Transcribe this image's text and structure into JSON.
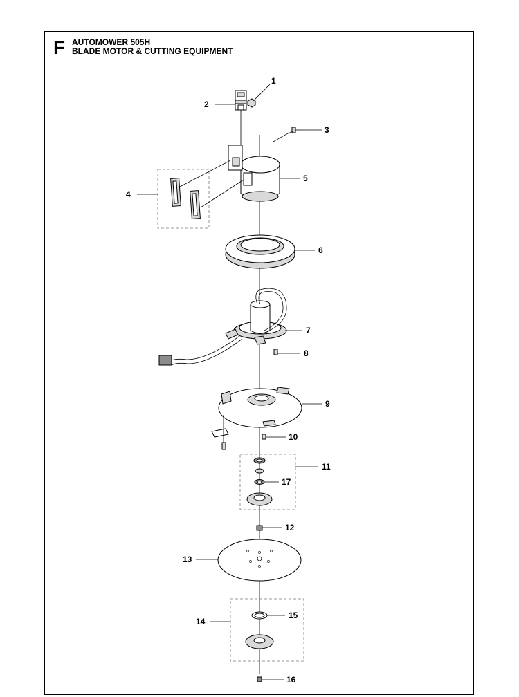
{
  "header": {
    "section_letter": "F",
    "model": "AUTOMOWER 505H",
    "title": "BLADE MOTOR & CUTTING EQUIPMENT"
  },
  "callouts": [
    "1",
    "2",
    "3",
    "4",
    "5",
    "6",
    "7",
    "8",
    "9",
    "10",
    "11",
    "12",
    "13",
    "14",
    "15",
    "16",
    "17"
  ]
}
